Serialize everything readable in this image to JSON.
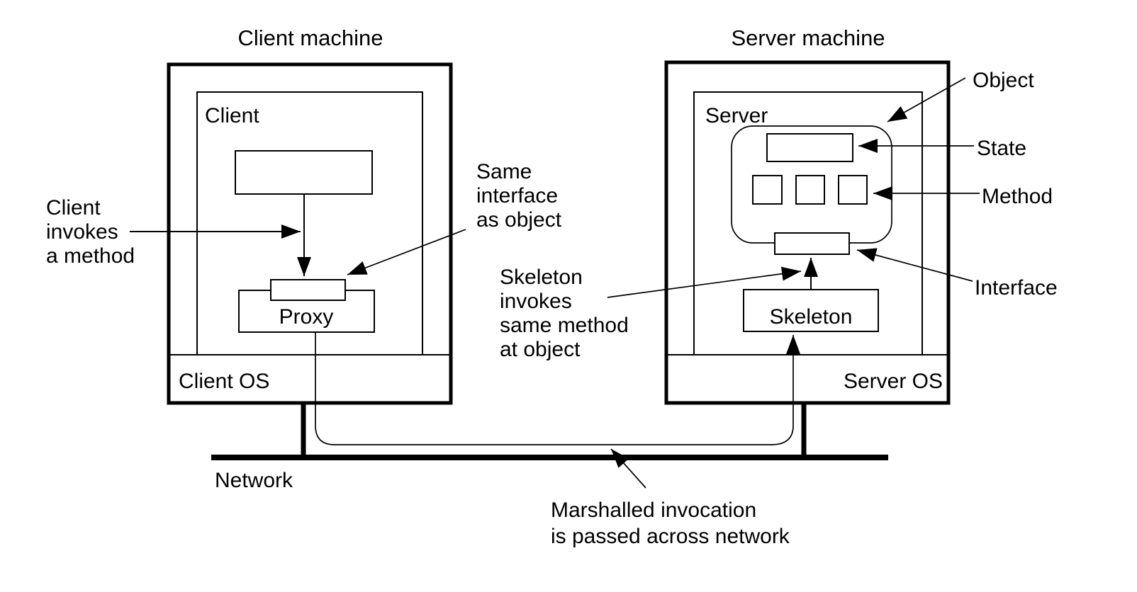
{
  "diagram": {
    "client": {
      "machine_title": "Client machine",
      "process_label": "Client",
      "os_label": "Client OS",
      "proxy_label": "Proxy"
    },
    "server": {
      "machine_title": "Server machine",
      "process_label": "Server",
      "os_label": "Server OS",
      "skeleton_label": "Skeleton"
    },
    "labels": {
      "object": "Object",
      "state": "State",
      "method": "Method",
      "interface": "Interface",
      "network": "Network"
    },
    "annotations": {
      "client_invokes": [
        "Client",
        "invokes",
        "a method"
      ],
      "same_interface": [
        "Same",
        "interface",
        "as object"
      ],
      "skeleton_invokes": [
        "Skeleton",
        "invokes",
        "same method",
        "at object"
      ],
      "marshalled": [
        "Marshalled invocation",
        "is passed across network"
      ]
    },
    "colors": {
      "state_fill": "#999999",
      "line": "#000000",
      "background": "#ffffff"
    }
  }
}
